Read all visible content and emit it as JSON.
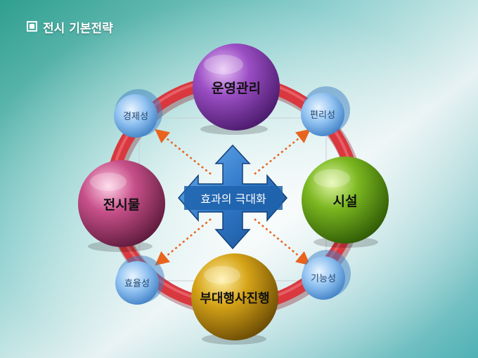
{
  "title": "전시 기본전략",
  "center": {
    "label": "효과의 극대화"
  },
  "main_nodes": {
    "top": "운영관리",
    "right": "시설",
    "bottom": "부대행사진행",
    "left": "전시물"
  },
  "small_nodes": {
    "top_left": "경제성",
    "top_right": "편리성",
    "bottom_left": "효율성",
    "bottom_right": "기능성"
  },
  "colors": {
    "ring": "#d9383f",
    "top_sphere": "#8e44ad",
    "right_sphere": "#6aa51b",
    "bottom_sphere": "#c79a12",
    "left_sphere": "#c0457e",
    "small_sphere": "#7fb5ea",
    "center_arrow": "#2f78c8",
    "dotted_arrow": "#e8641e"
  }
}
